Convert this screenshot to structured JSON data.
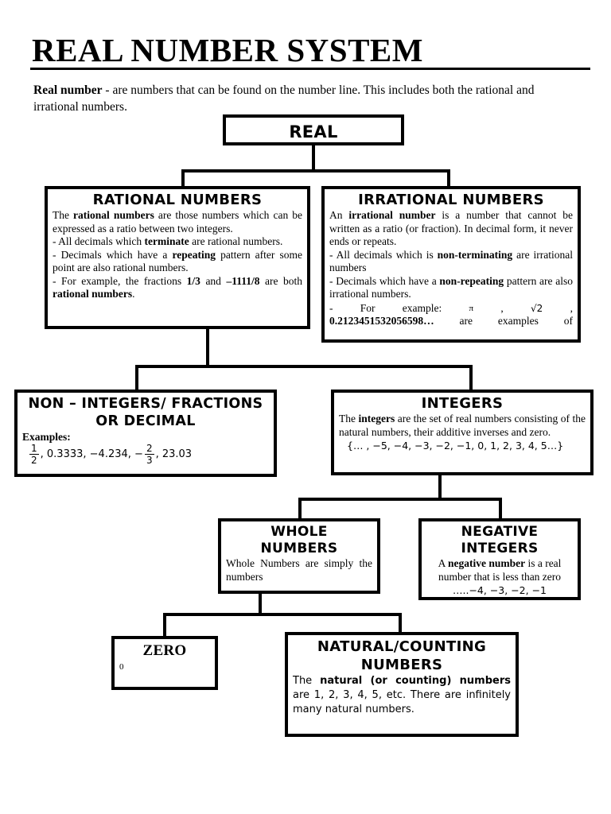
{
  "document": {
    "title": "REAL NUMBER SYSTEM",
    "intro_bold": "Real number",
    "intro_rest": " - are numbers that can be found on the number line. This includes both the rational and irrational numbers."
  },
  "nodes": {
    "real": {
      "title": "REAL"
    },
    "rational": {
      "title": "RATIONAL NUMBERS",
      "p1_a": "The ",
      "p1_b": "rational numbers",
      "p1_c": " are those numbers which can be expressed as a ratio between two integers.",
      "p2_a": "- All decimals which ",
      "p2_b": "terminate",
      "p2_c": " are rational numbers.",
      "p3_a": "- Decimals which have a ",
      "p3_b": "repeating",
      "p3_c": " pattern after some point are also rational numbers.",
      "p4_a": "- For example, the fractions ",
      "p4_b": "1/3",
      "p4_c": " and ",
      "p4_d": "–1111/8",
      "p4_e": " are both ",
      "p4_f": "rational numbers",
      "p4_g": "."
    },
    "irrational": {
      "title": "IRRATIONAL NUMBERS",
      "p1_a": "An ",
      "p1_b": "irrational number",
      "p1_c": " is a number that cannot be written as a ratio (or fraction).  In decimal form, it never ends or repeats.",
      "p2_a": "- All decimals which is ",
      "p2_b": "non-terminating",
      "p2_c": " are irrational numbers",
      "p3_a": "- Decimals which have a ",
      "p3_b": "non-repeating",
      "p3_c": " pattern are also irrational numbers.",
      "p4_a": "-",
      "p4_for": "For",
      "p4_example": "example:",
      "p4_pi": "π",
      "p4_comma1": ",",
      "p4_sqrt2": "√2",
      "p4_comma2": ",",
      "p5_decimal": "0.2123451532056598…",
      "p5_are": "are",
      "p5_examples": "examples",
      "p5_of": "of"
    },
    "non_integers": {
      "title_line1": "NON – INTEGERS/ FRACTIONS",
      "title_line2": "OR DECIMAL",
      "examples_label": "Examples:",
      "frac1_num": "1",
      "frac1_den": "2",
      "mid": ", 0.3333, −4.234, −",
      "frac2_num": "2",
      "frac2_den": "3",
      "tail": ", 23.03"
    },
    "integers": {
      "title": "INTEGERS",
      "p1_a": "The ",
      "p1_b": "integers",
      "p1_c": " are the set of real numbers consisting of the natural numbers, their additive inverses and zero.",
      "set": "{… , −5, −4, −3, −2, −1, 0, 1, 2, 3, 4, 5…}"
    },
    "whole_numbers": {
      "title_line1": "WHOLE",
      "title_line2": "NUMBERS",
      "body": "Whole Numbers are simply the numbers"
    },
    "negative_integers": {
      "title_line1": "NEGATIVE",
      "title_line2": "INTEGERS",
      "p1_a": "A ",
      "p1_b": "negative number",
      "p1_c": " is a real number that is less than zero",
      "list": "…..−4, −3, −2, −1"
    },
    "zero": {
      "title": "ZERO",
      "value": "0"
    },
    "natural": {
      "title_line1": "NATURAL/COUNTING",
      "title_line2": "NUMBERS",
      "p1_a": "The ",
      "p1_b": "natural (or counting) numbers",
      "p1_c": " are 1, 2, 3, 4, 5, etc. There are infinitely many natural numbers."
    }
  },
  "colors": {
    "ink": "#000000",
    "paper": "#ffffff"
  }
}
